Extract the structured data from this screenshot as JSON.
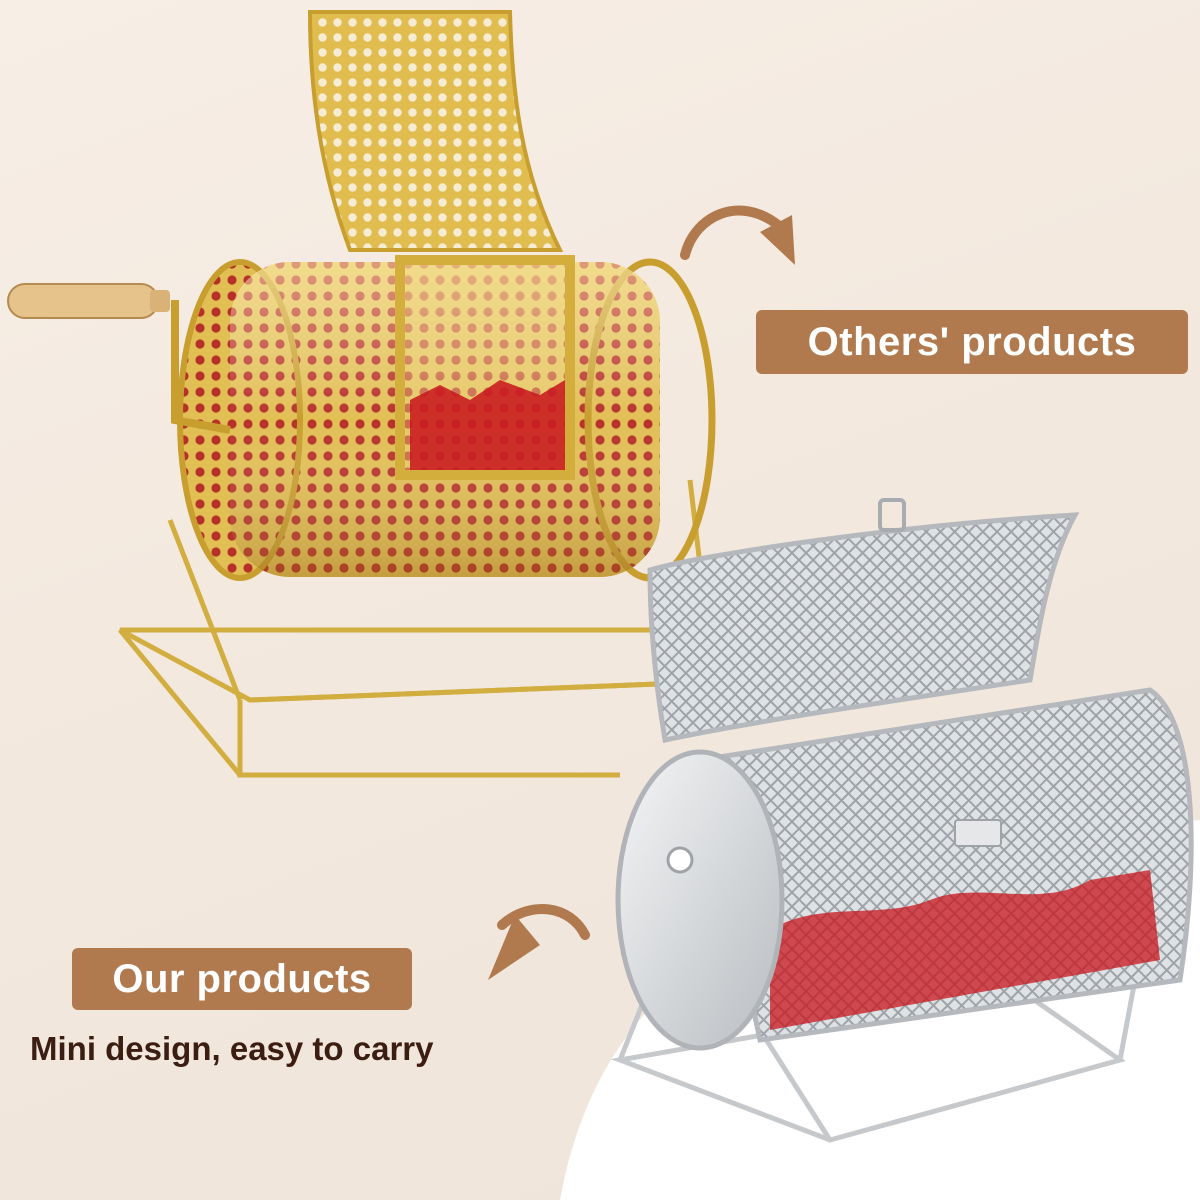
{
  "labels": {
    "others": "Others' products",
    "ours": "Our products",
    "tagline": "Mini design, easy to carry"
  },
  "colors": {
    "label_bg": "#b07a4e",
    "arrow": "#b07a4e",
    "tagline": "#3b1d12",
    "gold": "#d9b445",
    "silver": "#c9cccf",
    "tickets": "#c8141c"
  },
  "icons": {
    "others_arrow": "curved-arrow-icon",
    "ours_arrow": "curved-arrow-icon"
  }
}
